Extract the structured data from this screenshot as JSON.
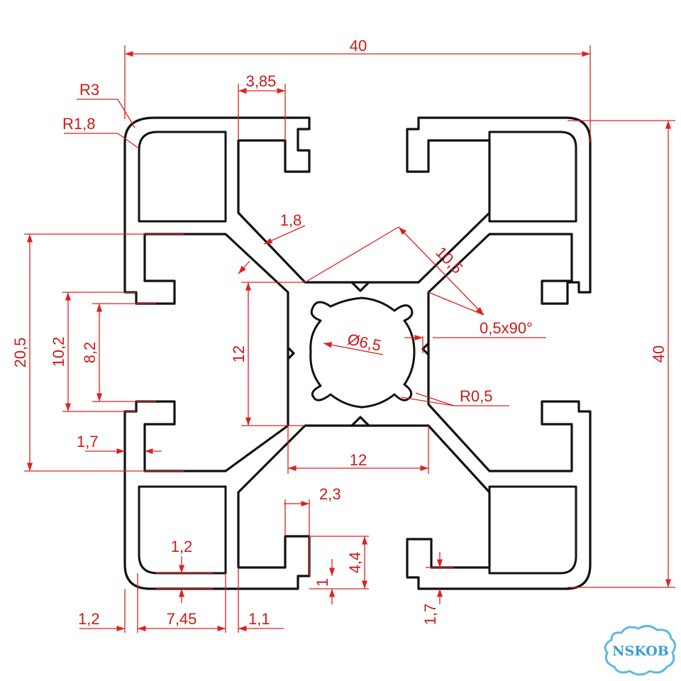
{
  "dimensions": {
    "overall_width": "40",
    "overall_height": "40",
    "corner_radius_outer": "R3",
    "corner_radius_inner": "R1,8",
    "slot_top_width": "3,85",
    "web_thickness": "1,8",
    "diagonal": "10,5",
    "chamfer": "0,5x90°",
    "bore_diameter": "Ø6,5",
    "bore_radius": "R0,5",
    "core_height": "12",
    "core_width": "12",
    "left_span": "20,5",
    "slot_opening_outer": "10,2",
    "slot_opening_inner": "8,2",
    "left_wall": "1,7",
    "bottom_wall": "1,2",
    "lip_thickness": "1,2",
    "pocket_width": "7,45",
    "web_1": "1,1",
    "lip_width": "2,3",
    "slot_depth": "4,4",
    "lip_step": "1",
    "bottom_right_wall": "1,7"
  },
  "brand": {
    "logo_text": "NSKOB",
    "accent_color": "#3a9fd0",
    "dimension_color": "#e02020"
  }
}
